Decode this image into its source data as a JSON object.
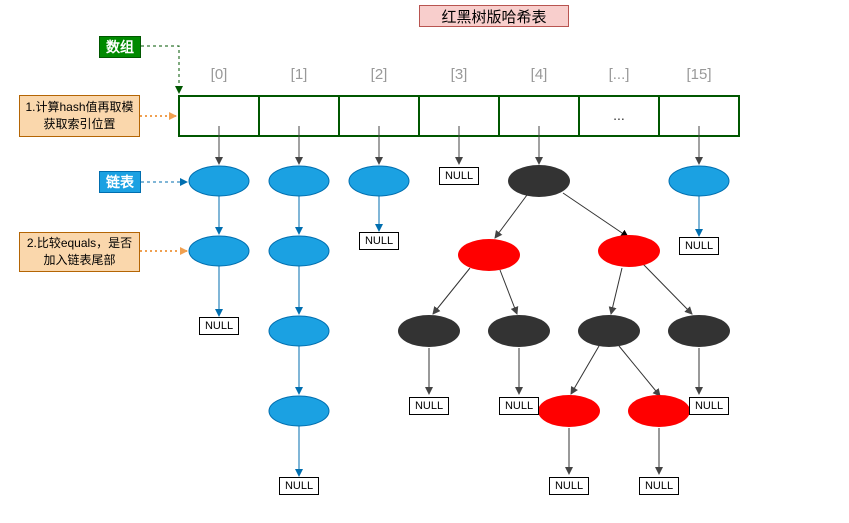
{
  "title": "红黑树版哈希表",
  "labels": {
    "array": "数组",
    "linked_list": "链表",
    "note_hash": "1.计算hash值再取模获取索引位置",
    "note_equals": "2.比较equals，是否加入链表尾部"
  },
  "array": {
    "indices": [
      "[0]",
      "[1]",
      "[2]",
      "[3]",
      "[4]",
      "[...]",
      "[15]"
    ],
    "cells": [
      "",
      "",
      "",
      "",
      "",
      "...",
      ""
    ]
  },
  "null_label": "NULL",
  "colors": {
    "list_node": "#1ba1e2",
    "black_node": "#333333",
    "red_node": "#ff0000",
    "array_border": "#005700",
    "array_tag": "#008a00",
    "note_fill": "#fad7ac",
    "title_fill": "#f8cecc"
  }
}
